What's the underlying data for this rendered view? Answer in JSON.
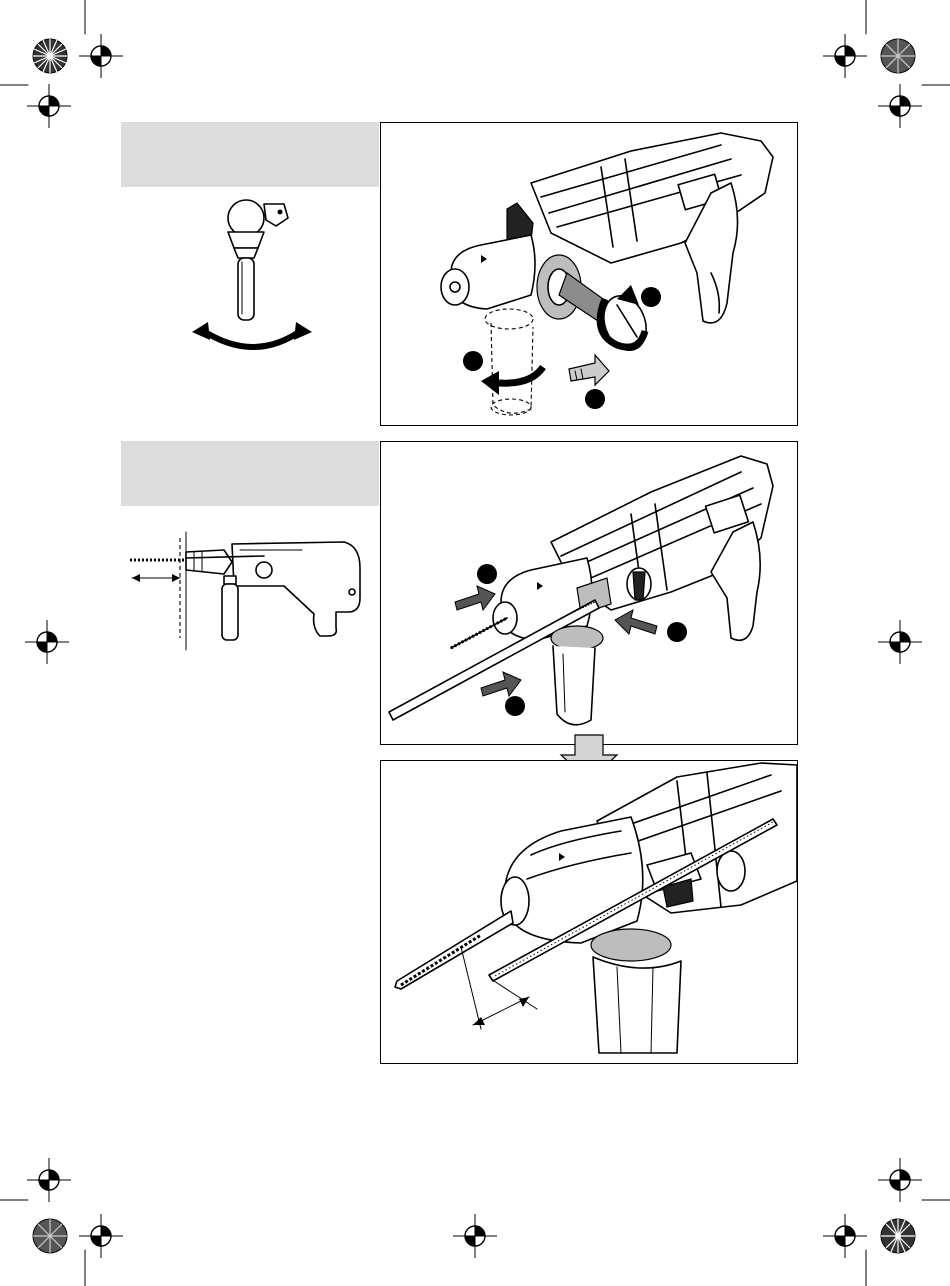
{
  "document": {
    "kind": "tool-manual-illustration-page",
    "figures": [
      {
        "id": "auxiliary-handle",
        "step_markers": 3,
        "arrows": [
          "rotate",
          "rotate",
          "press"
        ]
      },
      {
        "id": "depth-stop",
        "step_markers": 3,
        "arrows": [
          "push",
          "push",
          "push"
        ]
      },
      {
        "id": "depth-stop-setting",
        "step_markers": 0,
        "arrows": [
          "down"
        ]
      }
    ],
    "colors": {
      "ink": "#000000",
      "header_gray": "#dcdcdc",
      "arrow_gray": "#d4d4d4",
      "part_dark": "#222222"
    },
    "icons": [
      "registration-mark-icon",
      "color-target-icon",
      "rotate-arrow-icon",
      "push-arrow-icon",
      "down-arrow-icon",
      "step-marker-icon"
    ]
  }
}
